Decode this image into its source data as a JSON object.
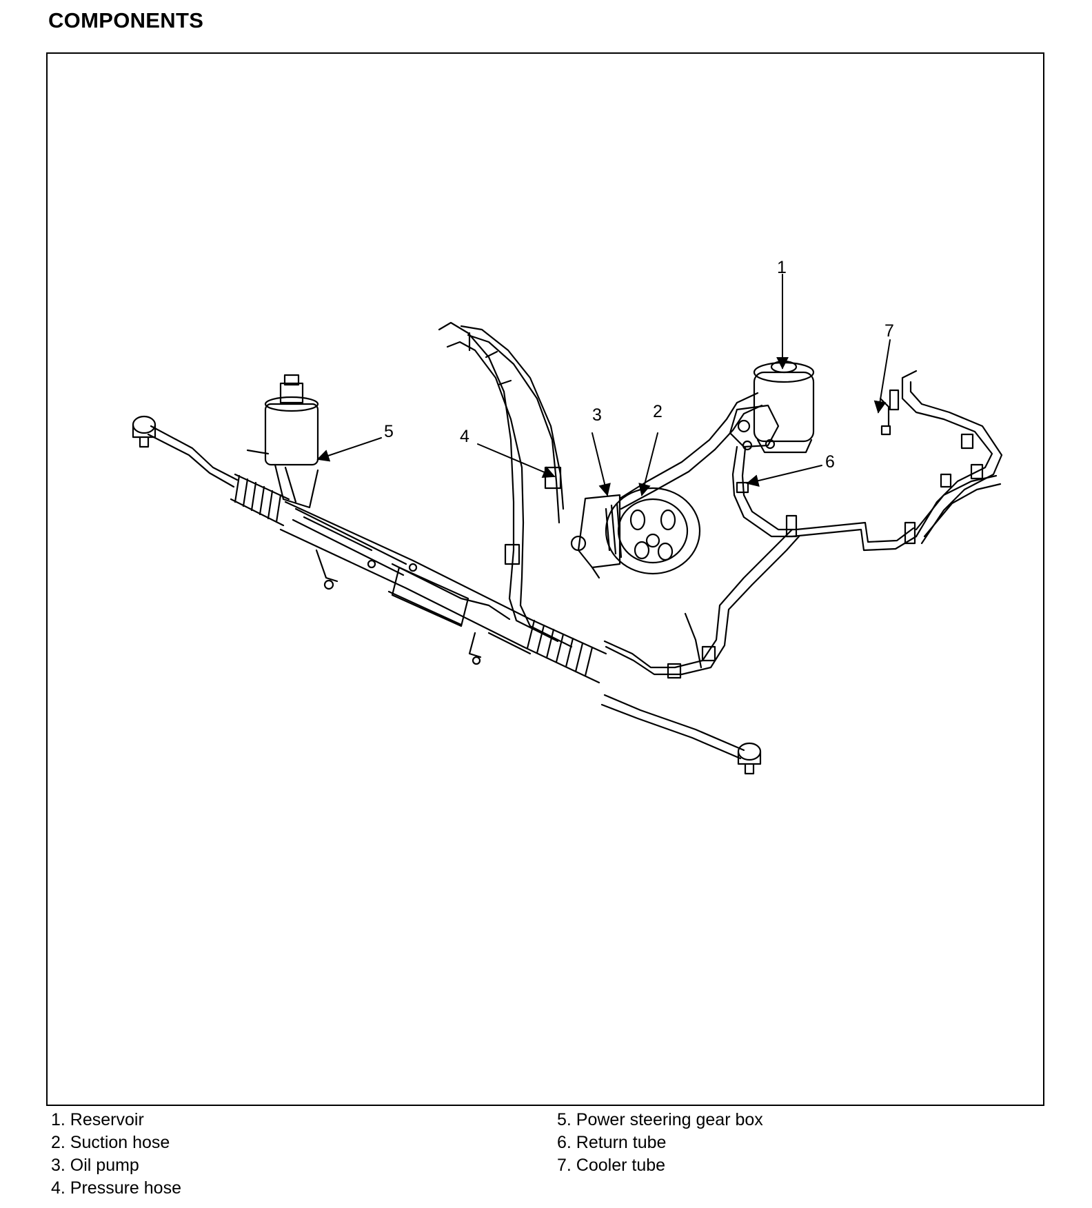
{
  "header": {
    "title": "COMPONENTS"
  },
  "diagram": {
    "callouts": [
      "1",
      "2",
      "3",
      "4",
      "5",
      "6",
      "7"
    ]
  },
  "legend": {
    "left": [
      "1. Reservoir",
      "2. Suction hose",
      "3. Oil pump",
      "4. Pressure hose"
    ],
    "right": [
      "5. Power steering gear box",
      "6. Return tube",
      "7. Cooler tube"
    ]
  }
}
